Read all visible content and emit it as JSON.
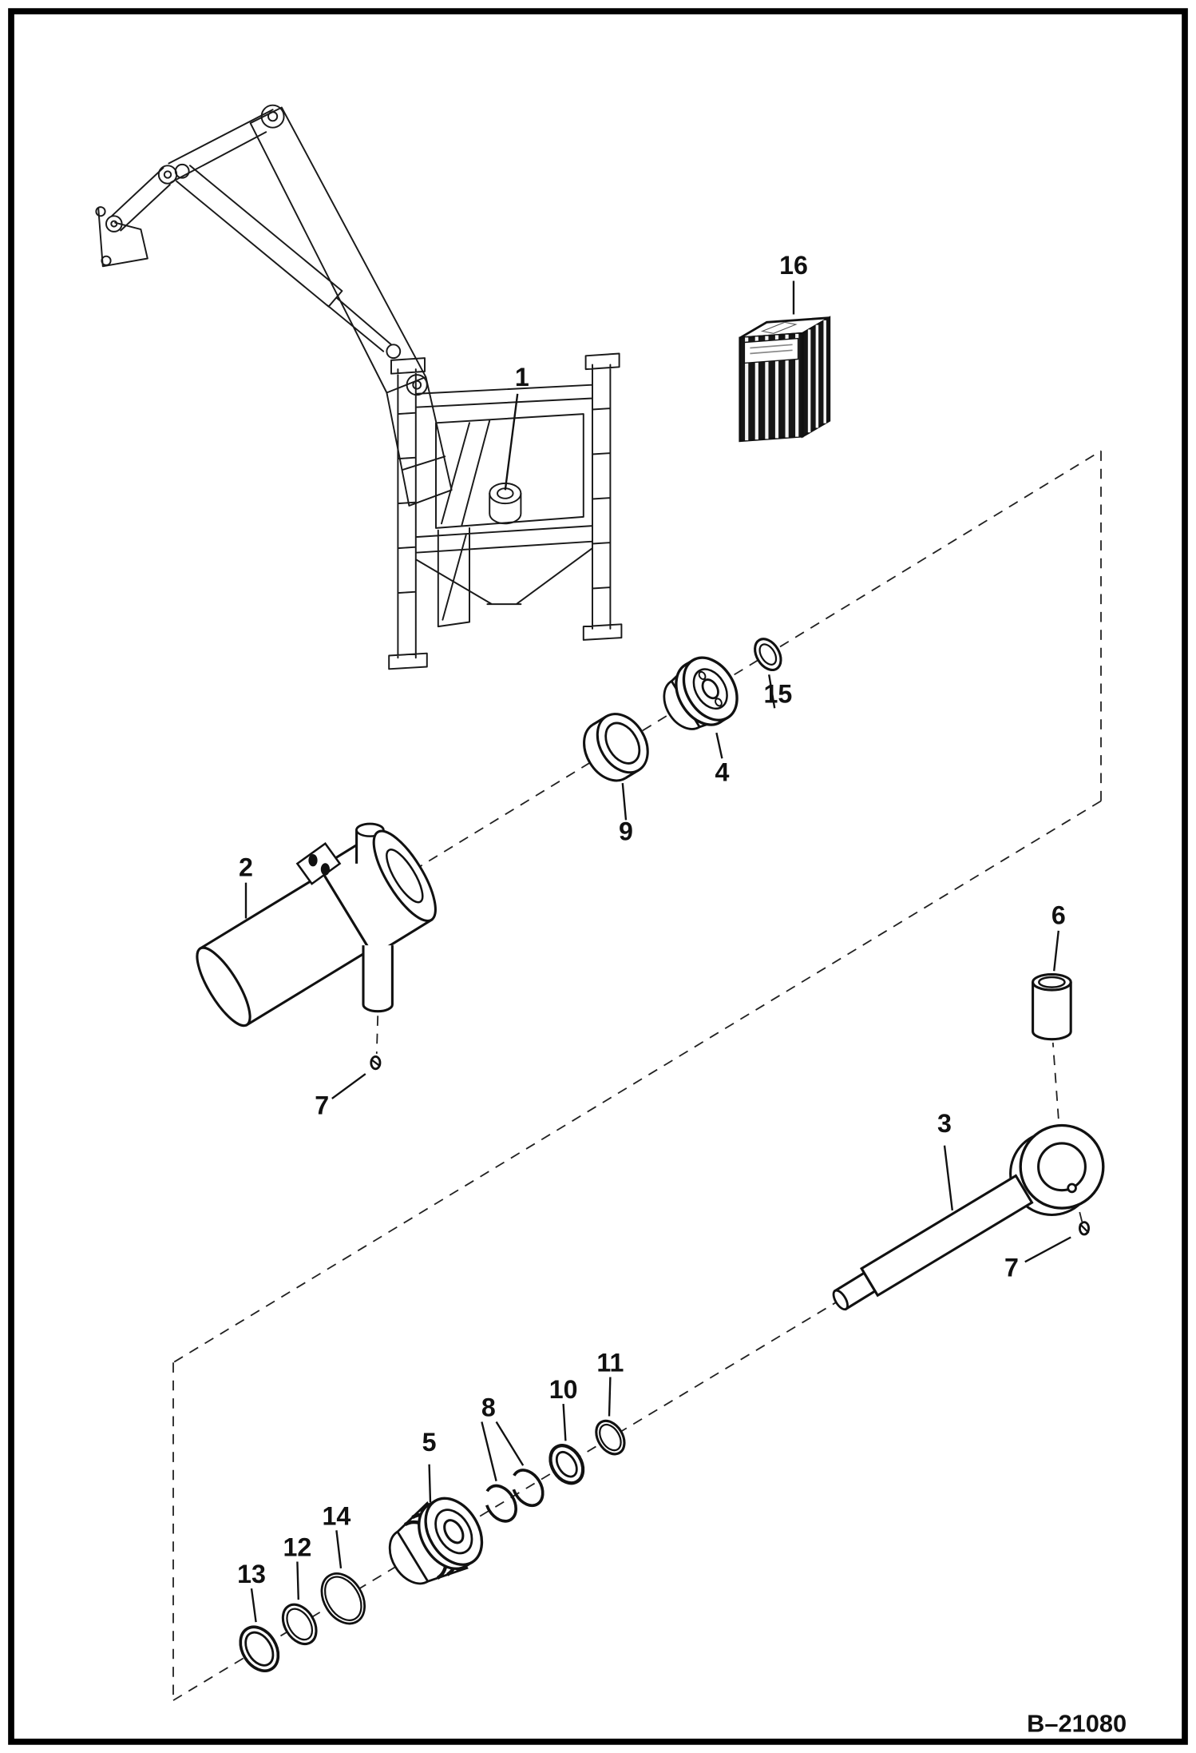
{
  "page": {
    "background": "#ffffff",
    "ink": "#111111",
    "border_color": "#000000"
  },
  "figure": {
    "ref_code": "B–21080",
    "callouts": [
      {
        "id": "1",
        "text": "1"
      },
      {
        "id": "2",
        "text": "2"
      },
      {
        "id": "3",
        "text": "3"
      },
      {
        "id": "4",
        "text": "4"
      },
      {
        "id": "5",
        "text": "5"
      },
      {
        "id": "6",
        "text": "6"
      },
      {
        "id": "7a",
        "text": "7"
      },
      {
        "id": "7b",
        "text": "7"
      },
      {
        "id": "8",
        "text": "8"
      },
      {
        "id": "9",
        "text": "9"
      },
      {
        "id": "10",
        "text": "10"
      },
      {
        "id": "11",
        "text": "11"
      },
      {
        "id": "12",
        "text": "12"
      },
      {
        "id": "13",
        "text": "13"
      },
      {
        "id": "14",
        "text": "14"
      },
      {
        "id": "15",
        "text": "15"
      },
      {
        "id": "16",
        "text": "16"
      }
    ]
  }
}
